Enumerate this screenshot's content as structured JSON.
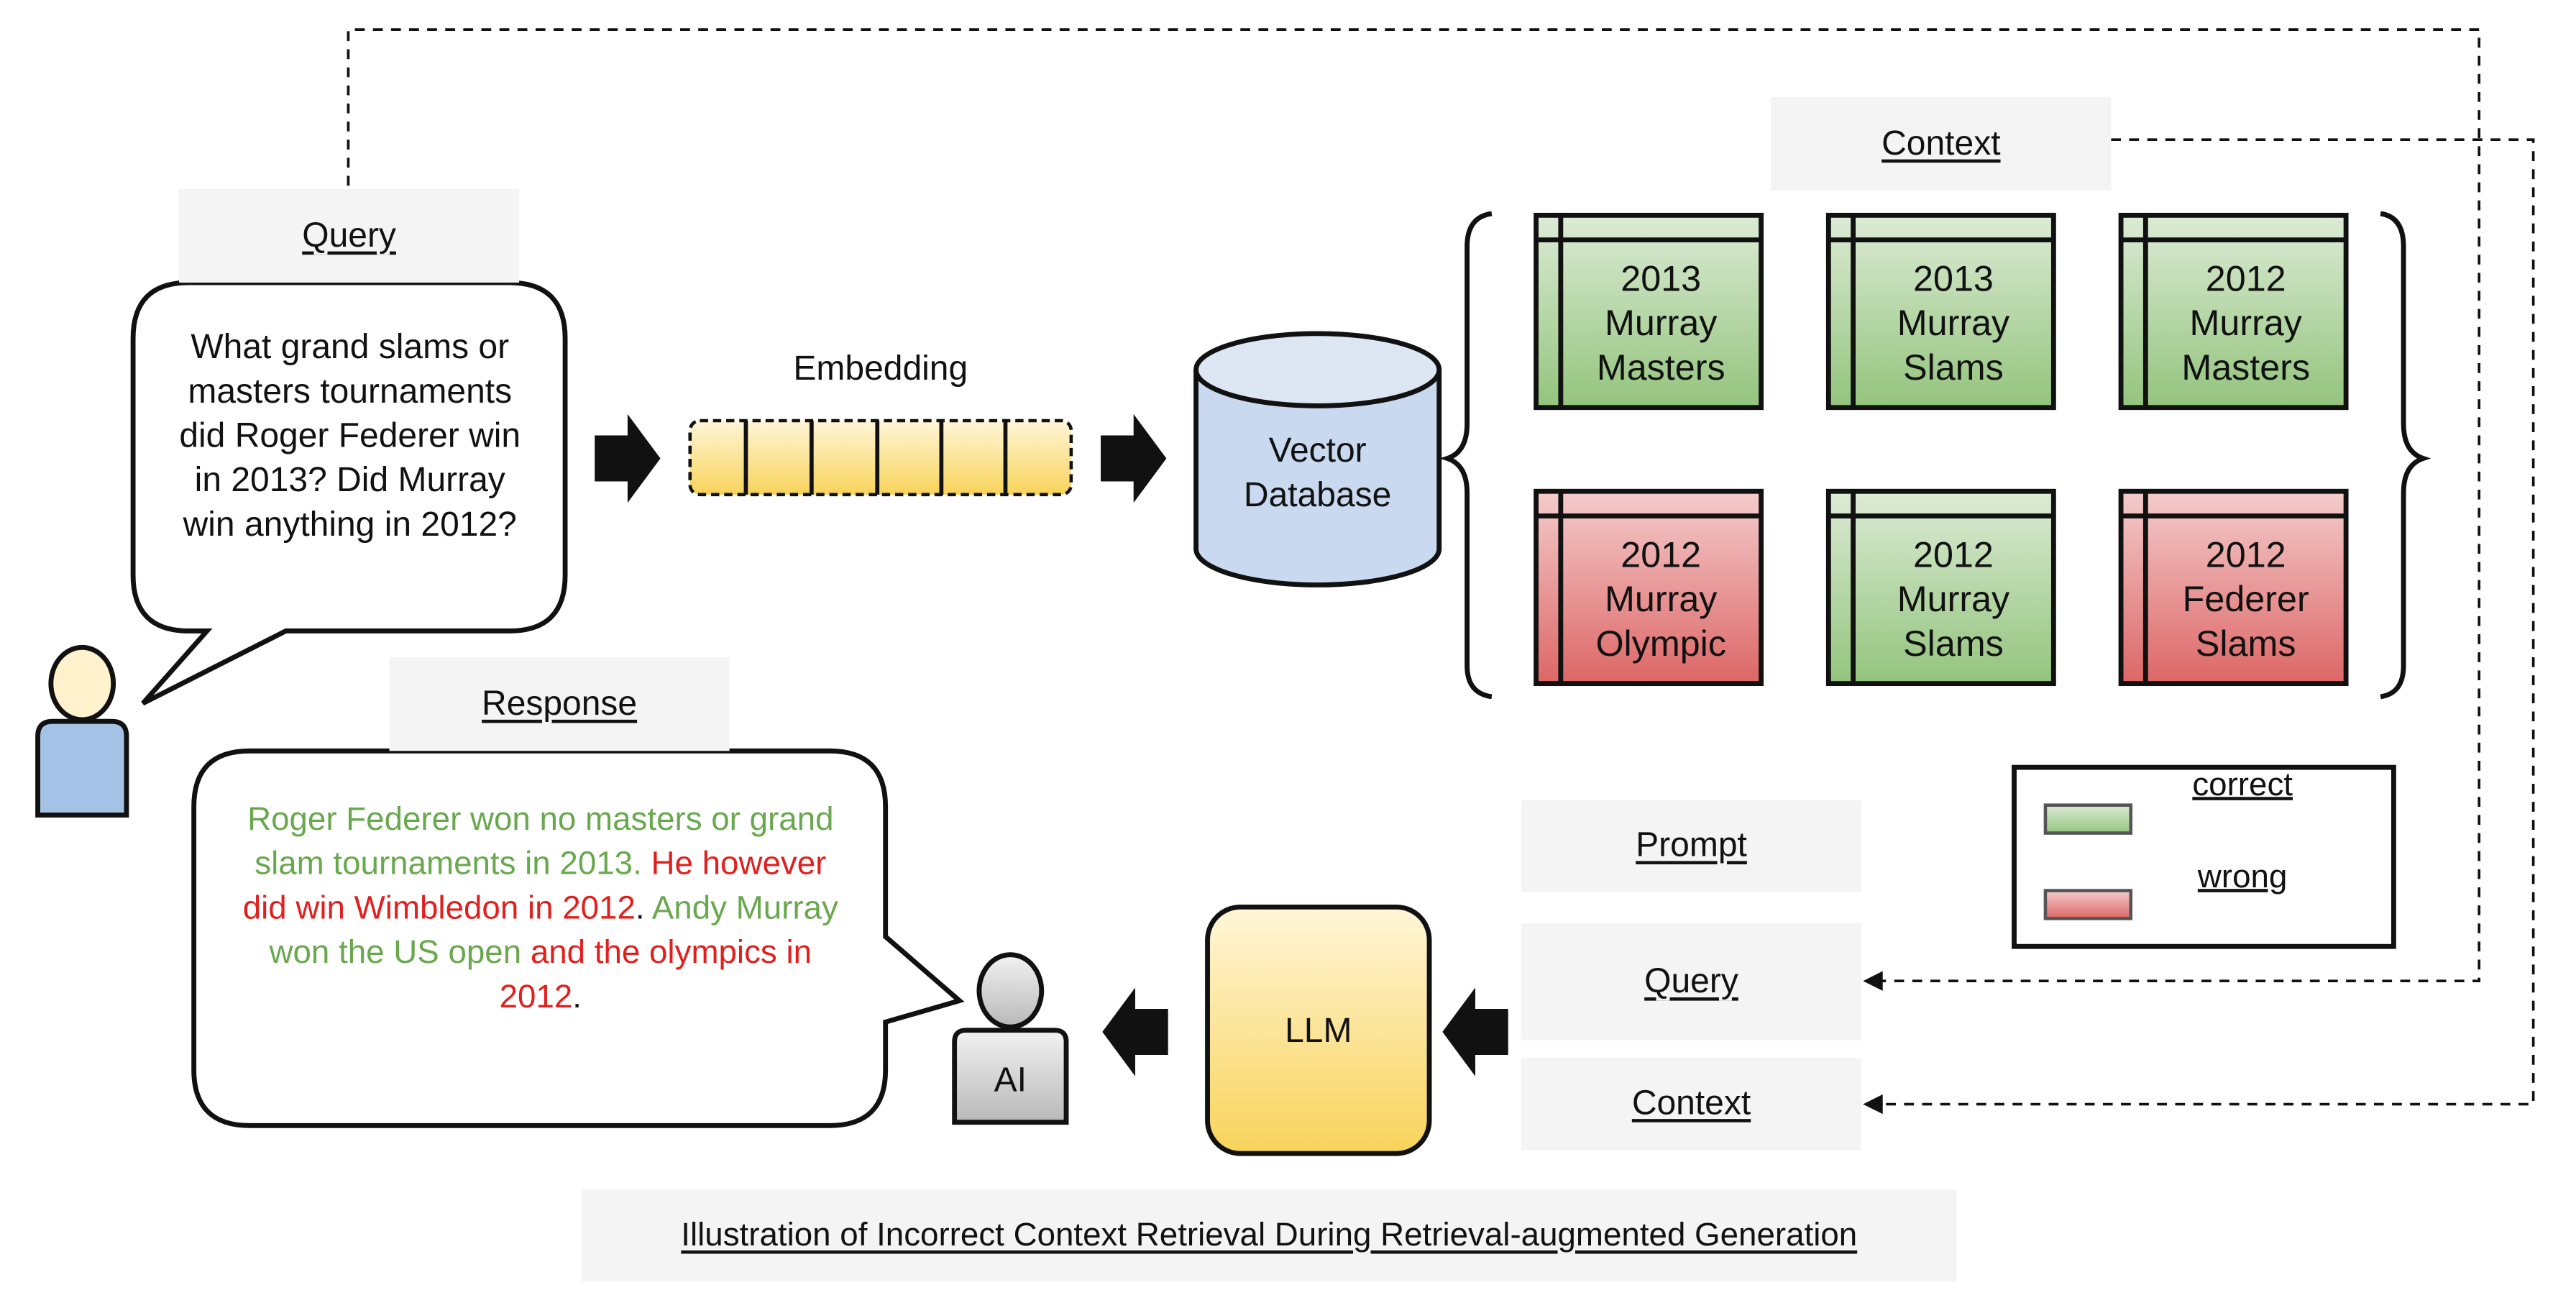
{
  "labels": {
    "query_top": "Query",
    "context_top": "Context",
    "response": "Response",
    "prompt": "Prompt",
    "query_prompt": "Query",
    "context_prompt": "Context",
    "embedding": "Embedding",
    "vector_db": "Vector Database",
    "llm": "LLM",
    "ai": "AI"
  },
  "query_text": "What grand slams or masters tournaments did Roger Federer win in 2013? Did Murray win anything in 2012?",
  "response_segments": [
    {
      "text": "Roger Federer won no masters or grand slam tournaments in 2013. ",
      "status": "correct"
    },
    {
      "text": "He however did win Wimbledon in 2012",
      "status": "wrong"
    },
    {
      "text": ". ",
      "status": "neutral"
    },
    {
      "text": "Andy Murray won the US open ",
      "status": "correct"
    },
    {
      "text": "and the olympics in 2012",
      "status": "wrong"
    },
    {
      "text": ".",
      "status": "neutral"
    }
  ],
  "context_cards": [
    {
      "year": "2013",
      "player": "Murray",
      "event": "Masters",
      "status": "correct"
    },
    {
      "year": "2013",
      "player": "Murray",
      "event": "Slams",
      "status": "correct"
    },
    {
      "year": "2012",
      "player": "Murray",
      "event": "Masters",
      "status": "correct"
    },
    {
      "year": "2012",
      "player": "Murray",
      "event": "Olympic",
      "status": "wrong"
    },
    {
      "year": "2012",
      "player": "Murray",
      "event": "Slams",
      "status": "correct"
    },
    {
      "year": "2012",
      "player": "Federer",
      "event": "Slams",
      "status": "wrong"
    }
  ],
  "legend": {
    "correct": "correct",
    "wrong": "wrong"
  },
  "colors": {
    "correct_text": "#6aa84f",
    "wrong_text": "#e0201e",
    "correct_top": "#d9ead3",
    "correct_bottom": "#93c47d",
    "wrong_top": "#f4cccc",
    "wrong_bottom": "#e06666",
    "db_fill": "#c9daf0",
    "yellow_top": "#fff6d8",
    "yellow_bottom": "#f8d35a"
  },
  "caption": "Illustration of Incorrect Context Retrieval During Retrieval-augmented Generation"
}
